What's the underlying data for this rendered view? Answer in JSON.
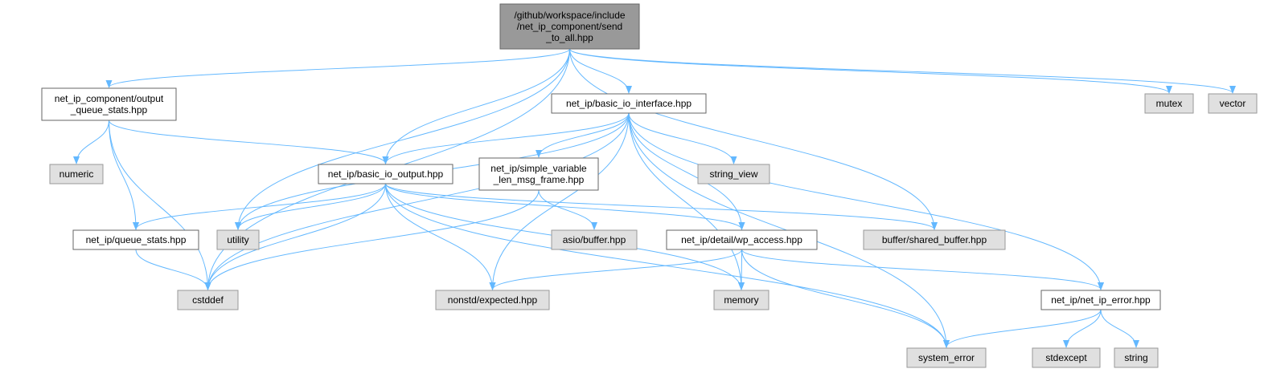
{
  "colors": {
    "edge": "#63b8ff",
    "root_fill": "#999999",
    "root_border": "#666666",
    "local_fill": "#ffffff",
    "local_border": "#666666",
    "system_fill": "#e0e0e0",
    "system_border": "#999999"
  },
  "nodes": [
    {
      "id": "send_to_all",
      "kind": "root",
      "lines": [
        "/github/workspace/include",
        "/net_ip_component/send",
        "_to_all.hpp"
      ]
    },
    {
      "id": "output_queue_stats",
      "kind": "local",
      "lines": [
        "net_ip_component/output",
        "_queue_stats.hpp"
      ]
    },
    {
      "id": "basic_io_interface",
      "kind": "local",
      "lines": [
        "net_ip/basic_io_interface.hpp"
      ]
    },
    {
      "id": "mutex",
      "kind": "system",
      "lines": [
        "mutex"
      ]
    },
    {
      "id": "vector",
      "kind": "system",
      "lines": [
        "vector"
      ]
    },
    {
      "id": "numeric",
      "kind": "system",
      "lines": [
        "numeric"
      ]
    },
    {
      "id": "basic_io_output",
      "kind": "local",
      "lines": [
        "net_ip/basic_io_output.hpp"
      ]
    },
    {
      "id": "simple_variable",
      "kind": "local",
      "lines": [
        "net_ip/simple_variable",
        "_len_msg_frame.hpp"
      ]
    },
    {
      "id": "string_view",
      "kind": "system",
      "lines": [
        "string_view"
      ]
    },
    {
      "id": "queue_stats",
      "kind": "local",
      "lines": [
        "net_ip/queue_stats.hpp"
      ]
    },
    {
      "id": "utility",
      "kind": "system",
      "lines": [
        "utility"
      ]
    },
    {
      "id": "asio_buffer",
      "kind": "system",
      "lines": [
        "asio/buffer.hpp"
      ]
    },
    {
      "id": "wp_access",
      "kind": "local",
      "lines": [
        "net_ip/detail/wp_access.hpp"
      ]
    },
    {
      "id": "shared_buffer",
      "kind": "system",
      "lines": [
        "buffer/shared_buffer.hpp"
      ]
    },
    {
      "id": "cstddef",
      "kind": "system",
      "lines": [
        "cstddef"
      ]
    },
    {
      "id": "expected",
      "kind": "system",
      "lines": [
        "nonstd/expected.hpp"
      ]
    },
    {
      "id": "memory",
      "kind": "system",
      "lines": [
        "memory"
      ]
    },
    {
      "id": "net_ip_error",
      "kind": "local",
      "lines": [
        "net_ip/net_ip_error.hpp"
      ]
    },
    {
      "id": "system_error",
      "kind": "system",
      "lines": [
        "system_error"
      ]
    },
    {
      "id": "stdexcept",
      "kind": "system",
      "lines": [
        "stdexcept"
      ]
    },
    {
      "id": "string",
      "kind": "system",
      "lines": [
        "string"
      ]
    }
  ],
  "edges": [
    {
      "from": "send_to_all",
      "to": "output_queue_stats"
    },
    {
      "from": "send_to_all",
      "to": "basic_io_interface"
    },
    {
      "from": "send_to_all",
      "to": "basic_io_output"
    },
    {
      "from": "send_to_all",
      "to": "utility"
    },
    {
      "from": "send_to_all",
      "to": "cstddef"
    },
    {
      "from": "send_to_all",
      "to": "shared_buffer"
    },
    {
      "from": "send_to_all",
      "to": "mutex"
    },
    {
      "from": "send_to_all",
      "to": "vector"
    },
    {
      "from": "output_queue_stats",
      "to": "numeric"
    },
    {
      "from": "output_queue_stats",
      "to": "queue_stats"
    },
    {
      "from": "output_queue_stats",
      "to": "basic_io_output"
    },
    {
      "from": "output_queue_stats",
      "to": "cstddef"
    },
    {
      "from": "basic_io_interface",
      "to": "basic_io_output"
    },
    {
      "from": "basic_io_interface",
      "to": "simple_variable"
    },
    {
      "from": "basic_io_interface",
      "to": "string_view"
    },
    {
      "from": "basic_io_interface",
      "to": "wp_access"
    },
    {
      "from": "basic_io_interface",
      "to": "expected"
    },
    {
      "from": "basic_io_interface",
      "to": "memory"
    },
    {
      "from": "basic_io_interface",
      "to": "net_ip_error"
    },
    {
      "from": "basic_io_interface",
      "to": "system_error"
    },
    {
      "from": "basic_io_interface",
      "to": "utility"
    },
    {
      "from": "basic_io_interface",
      "to": "cstddef"
    },
    {
      "from": "basic_io_output",
      "to": "queue_stats"
    },
    {
      "from": "basic_io_output",
      "to": "utility"
    },
    {
      "from": "basic_io_output",
      "to": "cstddef"
    },
    {
      "from": "basic_io_output",
      "to": "expected"
    },
    {
      "from": "basic_io_output",
      "to": "memory"
    },
    {
      "from": "basic_io_output",
      "to": "system_error"
    },
    {
      "from": "basic_io_output",
      "to": "wp_access"
    },
    {
      "from": "basic_io_output",
      "to": "shared_buffer"
    },
    {
      "from": "simple_variable",
      "to": "asio_buffer"
    },
    {
      "from": "simple_variable",
      "to": "cstddef"
    },
    {
      "from": "queue_stats",
      "to": "cstddef"
    },
    {
      "from": "wp_access",
      "to": "memory"
    },
    {
      "from": "wp_access",
      "to": "expected"
    },
    {
      "from": "wp_access",
      "to": "system_error"
    },
    {
      "from": "wp_access",
      "to": "net_ip_error"
    },
    {
      "from": "net_ip_error",
      "to": "system_error"
    },
    {
      "from": "net_ip_error",
      "to": "stdexcept"
    },
    {
      "from": "net_ip_error",
      "to": "string"
    }
  ]
}
